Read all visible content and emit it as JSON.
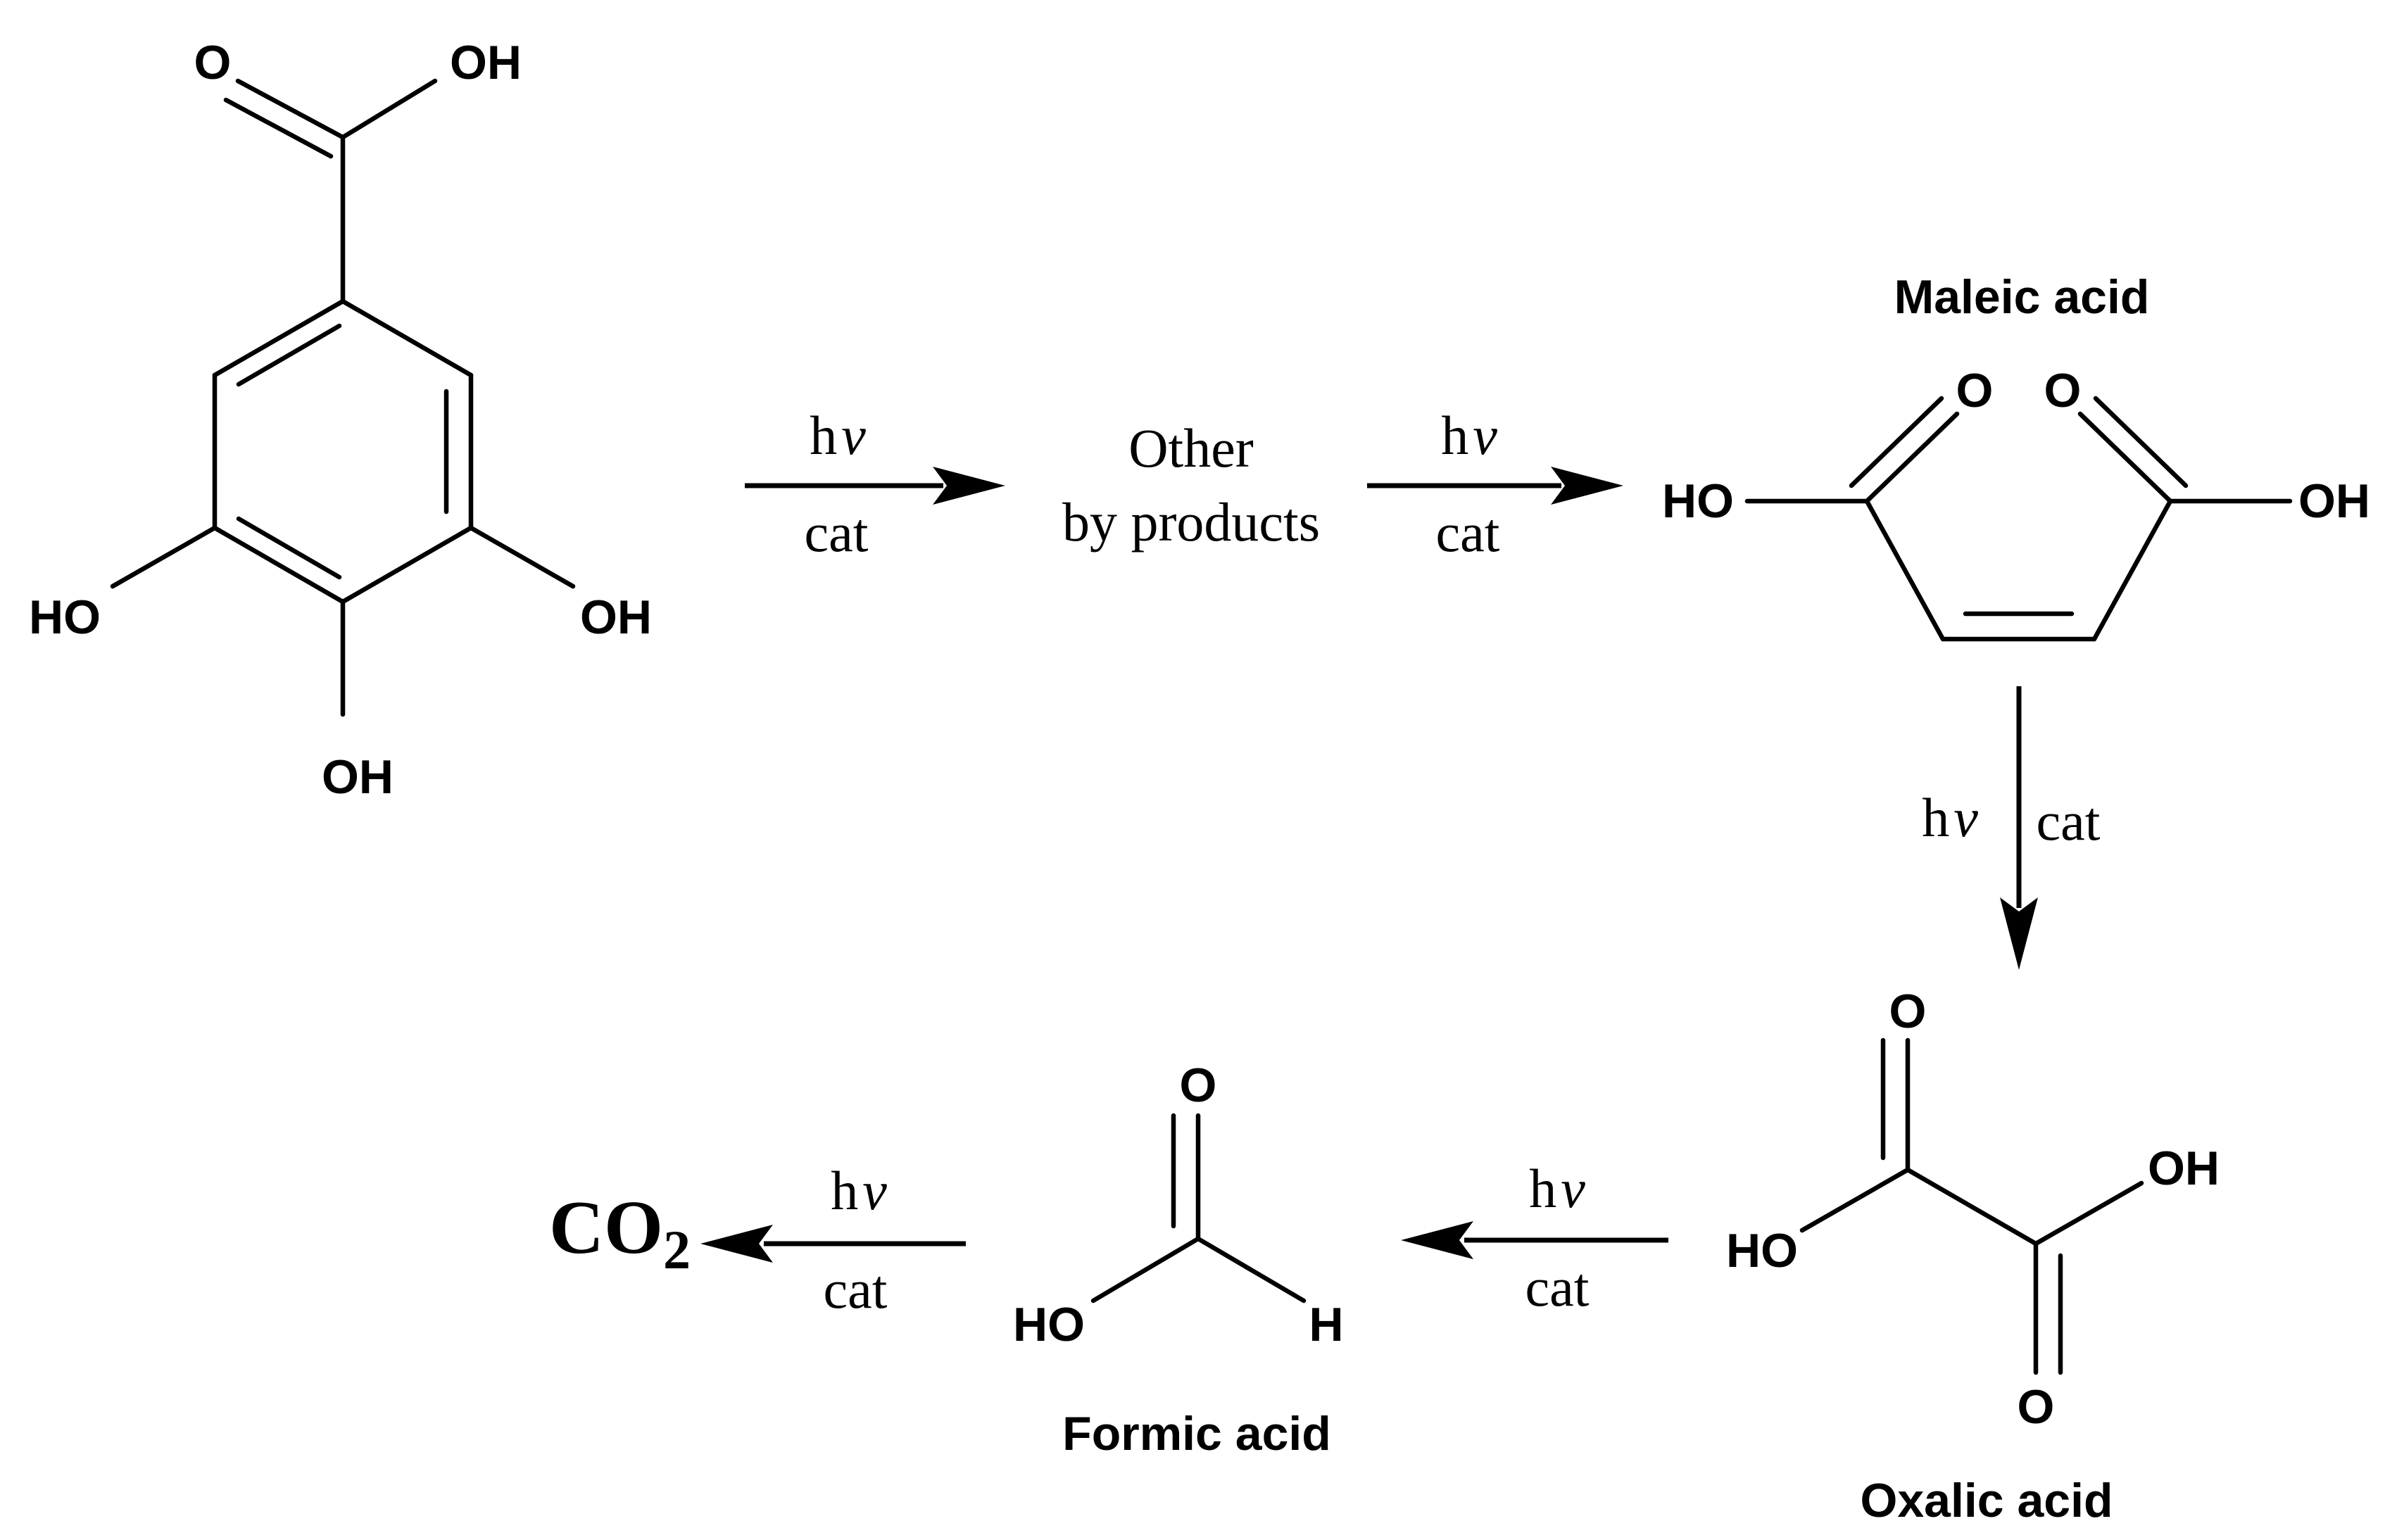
{
  "gallic_acid": {
    "carboxyl_o": "O",
    "carboxyl_oh": "OH",
    "oh_left": "HO",
    "oh_right": "OH",
    "oh_bottom": "OH"
  },
  "step1": {
    "above_h": "h",
    "above_nu": "ν",
    "below": "cat"
  },
  "intermediate": {
    "line1": "Other",
    "line2": "by products"
  },
  "step2": {
    "above_h": "h",
    "above_nu": "ν",
    "below": "cat"
  },
  "maleic_acid": {
    "name": "Maleic acid",
    "o_left": "O",
    "o_right": "O",
    "ho_left": "HO",
    "oh_right": "OH"
  },
  "step3": {
    "left_h": "h",
    "left_nu": "ν",
    "right": "cat"
  },
  "oxalic_acid": {
    "name": "Oxalic acid",
    "o_top": "O",
    "o_bottom": "O",
    "ho_left": "HO",
    "oh_right": "OH"
  },
  "step4": {
    "above_h": "h",
    "above_nu": "ν",
    "below": "cat"
  },
  "formic_acid": {
    "name": "Formic acid",
    "o_top": "O",
    "ho": "HO",
    "h": "H"
  },
  "step5": {
    "above_h": "h",
    "above_nu": "ν",
    "below": "cat"
  },
  "product": {
    "co": "CO",
    "sub": "2"
  }
}
